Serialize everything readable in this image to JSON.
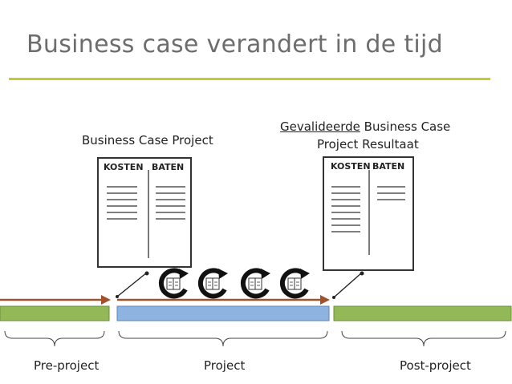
{
  "slide": {
    "title": "Business case verandert in de tijd"
  },
  "case_project": {
    "label": "Business Case Project",
    "kosten": "KOSTEN",
    "baten": "BATEN"
  },
  "case_result": {
    "label_underlined": "Gevalideerde",
    "label_rest": " Business Case",
    "label_line2": "Project Resultaat",
    "kosten": "KOSTEN",
    "baten": "BATEN"
  },
  "phases": {
    "pre": "Pre-project",
    "project": "Project",
    "post": "Post-project"
  },
  "colors": {
    "title": "#6d6d6d",
    "rule": "#c5cc2b",
    "pre_bar": "#92b858",
    "project_bar": "#8fb3e0",
    "post_bar": "#92b858",
    "arrow": "#a0522d"
  },
  "icons": {
    "cycle": "refresh-cycle-icon",
    "document": "document-icon"
  }
}
